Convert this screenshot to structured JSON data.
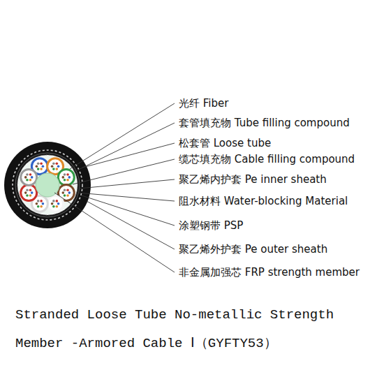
{
  "diagram": {
    "caption": "Stranded Loose Tube No-metallic Strength Member -Armored Cable Ⅰ（GYFTY53）",
    "labels": [
      "光纤 Fiber",
      "套管填充物 Tube filling compound",
      "松套管 Loose tube",
      "缆芯填充物 Cable filling compound",
      "聚乙烯内护套 Pe inner sheath",
      "阻水材料 Water-blocking Material",
      "涂塑钢带 PSP",
      "聚乙烯外护套 Pe outer sheath",
      "非金属加强芯 FRP strength member"
    ]
  }
}
